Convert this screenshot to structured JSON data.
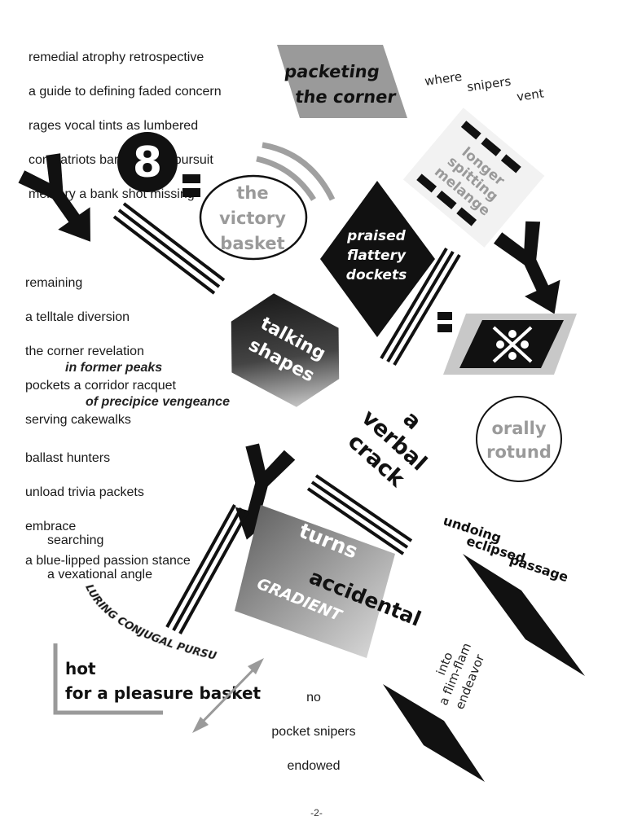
{
  "poems": {
    "top": [
      "remedial atrophy retrospective",
      "a guide to defining faded concern",
      "rages vocal tints as lumbered",
      "compatriots barking past pursuit",
      "memory a bank shot missing"
    ],
    "middle": [
      "remaining",
      "a telltale diversion",
      "the corner revelation",
      "pockets a corridor racquet",
      "serving cakewalks"
    ],
    "italic1": "in former peaks",
    "italic2": "of precipice vengeance",
    "lower": [
      "ballast hunters",
      "unload trivia packets",
      "embrace",
      "a blue-lipped passion stance"
    ],
    "searching": [
      "searching",
      "a vexational angle"
    ],
    "snipers": [
      "no",
      "pocket snipers",
      "endowed"
    ]
  },
  "shapes": {
    "packeting": [
      "packeting",
      "the corner"
    ],
    "where": [
      "where",
      "snipers",
      "vent"
    ],
    "eight": "8",
    "victory": [
      "the",
      "victory",
      "basket"
    ],
    "praised": [
      "praised",
      "flattery",
      "dockets"
    ],
    "longer": [
      "longer",
      "spitting",
      "melange"
    ],
    "talking": [
      "talking",
      "shapes"
    ],
    "verbal": [
      "a",
      "verbal",
      "crack"
    ],
    "orally": [
      "orally",
      "rotund"
    ],
    "undoing": [
      "undoing",
      "eclipsed",
      "passage"
    ],
    "turns": "turns",
    "accidental": "accidental",
    "gradient": "GRADIENT",
    "luring": "LURING CONJUGAL PURSUITS",
    "hot": [
      "hot",
      "for a pleasure basket"
    ],
    "flimflam": [
      "into",
      "a flim-flam",
      "endeavor"
    ]
  },
  "page_number": "-2-",
  "colors": {
    "black": "#111111",
    "gray": "#9a9a9a",
    "light_gray": "#c8c8c8",
    "paper": "#ffffff"
  }
}
